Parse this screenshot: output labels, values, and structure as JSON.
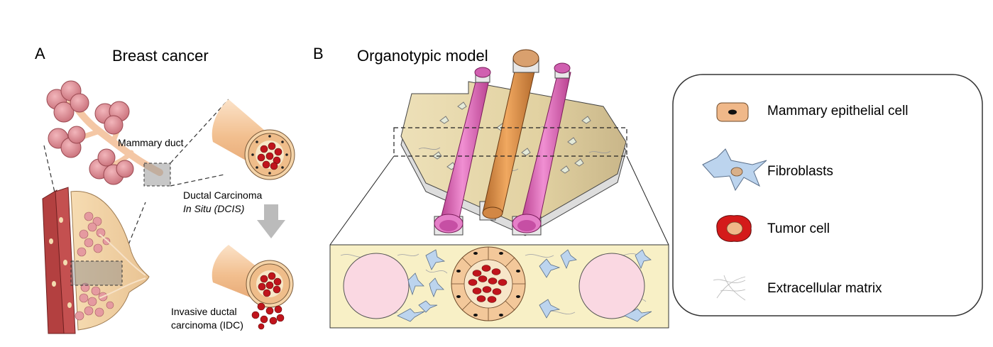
{
  "panel_a": {
    "letter": "A",
    "title": "Breast cancer",
    "duct_label": "Mammary duct",
    "dcis_line1": "Ductal Carcinoma",
    "dcis_line2": "In Situ (DCIS)",
    "idc_line1": "Invasive ductal",
    "idc_line2": "carcinoma (IDC)"
  },
  "panel_b": {
    "letter": "B",
    "title": "Organotypic model"
  },
  "legend": {
    "items": [
      {
        "label": "Mammary epithelial cell",
        "icon": "epithelial-cell-icon"
      },
      {
        "label": "Fibroblasts",
        "icon": "fibroblast-icon"
      },
      {
        "label": "Tumor cell",
        "icon": "tumor-cell-icon"
      },
      {
        "label": "Extracellular matrix",
        "icon": "ecm-fibers-icon"
      }
    ]
  },
  "colors": {
    "lobule": "#d98a92",
    "duct": "#f1c9a6",
    "tube_outer": "#f3c59a",
    "tumor": "#c0141c",
    "epithelial": "#f0b889",
    "fibroblast": "#bcd4ee",
    "matrix": "#f8f0c6",
    "pink_channel": "#e16cc0",
    "orange_channel": "#e0954c",
    "muscle": "#b53a3a",
    "arrow": "#bbbbbb"
  }
}
